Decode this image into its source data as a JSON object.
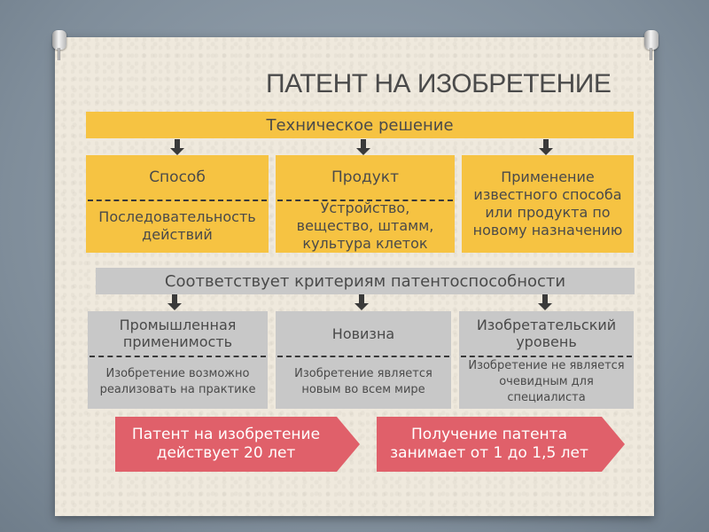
{
  "title": "ПАТЕНТ НА ИЗОБРЕТЕНИЕ",
  "top_bar": "Техническое решение",
  "types": [
    {
      "top": "Способ",
      "bottom": "Последовательность действий"
    },
    {
      "top": "Продукт",
      "bottom": "Устройство, вещество, штамм, культура клеток"
    },
    {
      "top": "Применение известного способа или продукта по новому назначению",
      "bottom": ""
    }
  ],
  "criteria_bar": "Соответствует критериям патентоспособности",
  "criteria": [
    {
      "top": "Промышленная применимость",
      "bottom": "Изобретение возможно реализовать на практике"
    },
    {
      "top": "Новизна",
      "bottom": "Изобретение является новым во всем мире"
    },
    {
      "top": "Изобретательский уровень",
      "bottom": "Изобретение не является очевидным для специалиста"
    }
  ],
  "footer": [
    {
      "text": "Патент на изобретение действует 20 лет"
    },
    {
      "text": "Получение патента занимает от 1 до 1,5 лет"
    }
  ],
  "colors": {
    "yellow": "#f6c342",
    "gray": "#c8c8c8",
    "red": "#e0606a",
    "board": "#efe9dd"
  }
}
